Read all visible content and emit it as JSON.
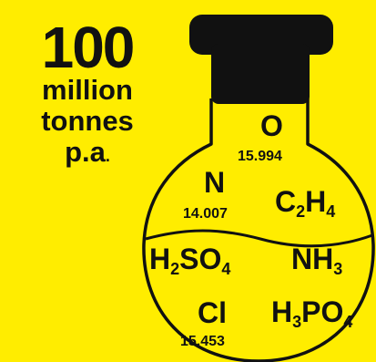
{
  "stat": {
    "amount": "100",
    "line1": "million",
    "line2": "tonnes",
    "line3": "p.a",
    "dot": "."
  },
  "colors": {
    "background": "#FFED00",
    "ink": "#111111"
  },
  "elements": {
    "oxygen": {
      "symbol": "O",
      "mass": "15.994"
    },
    "nitrogen": {
      "symbol": "N",
      "mass": "14.007"
    },
    "ethylene": {
      "C": "C",
      "C_sub": "2",
      "H": "H",
      "H_sub": "4"
    },
    "sulfuric_acid": {
      "H": "H",
      "H_sub": "2",
      "SO": "SO",
      "O_sub": "4"
    },
    "ammonia": {
      "NH": "NH",
      "H_sub": "3"
    },
    "chlorine": {
      "symbol": "Cl",
      "mass": "15.453"
    },
    "phosphoric_acid": {
      "H": "H",
      "H_sub": "3",
      "PO": "PO",
      "O_sub": "4"
    }
  }
}
